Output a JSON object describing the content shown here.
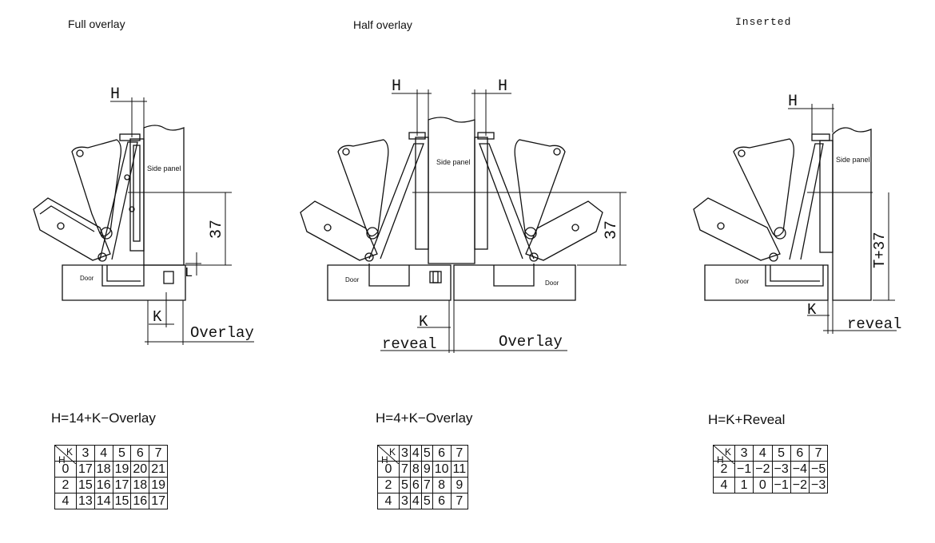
{
  "panels": [
    {
      "title": "Full overlay",
      "labels": {
        "h": "H",
        "side_panel": "Side panel",
        "door": "Door",
        "dim": "37",
        "l": "L",
        "k": "K",
        "overlay": "Overlay"
      },
      "formula": "H=14+K−Overlay",
      "table": {
        "corner_h": "H",
        "corner_k": "K",
        "k_values": [
          "3",
          "4",
          "5",
          "6",
          "7"
        ],
        "rows": [
          {
            "h": "0",
            "values": [
              "17",
              "18",
              "19",
              "20",
              "21"
            ]
          },
          {
            "h": "2",
            "values": [
              "15",
              "16",
              "17",
              "18",
              "19"
            ]
          },
          {
            "h": "4",
            "values": [
              "13",
              "14",
              "15",
              "16",
              "17"
            ]
          }
        ]
      }
    },
    {
      "title": "Half overlay",
      "labels": {
        "h_left": "H",
        "h_right": "H",
        "side_panel": "Side panel",
        "door_left": "Door",
        "door_right": "Door",
        "dim": "37",
        "k": "K",
        "reveal": "reveal",
        "overlay": "Overlay"
      },
      "formula": "H=4+K−Overlay",
      "table": {
        "corner_h": "H",
        "corner_k": "K",
        "k_values": [
          "3",
          "4",
          "5",
          "6",
          "7"
        ],
        "rows": [
          {
            "h": "0",
            "values": [
              "7",
              "8",
              "9",
              "10",
              "11"
            ]
          },
          {
            "h": "2",
            "values": [
              "5",
              "6",
              "7",
              "8",
              "9"
            ]
          },
          {
            "h": "4",
            "values": [
              "3",
              "4",
              "5",
              "6",
              "7"
            ]
          }
        ]
      }
    },
    {
      "title": "Inserted",
      "labels": {
        "h": "H",
        "side_panel": "Side panel",
        "door": "Door",
        "dim": "T+37",
        "k": "K",
        "reveal": "reveal"
      },
      "formula": "H=K+Reveal",
      "table": {
        "corner_h": "H",
        "corner_k": "K",
        "k_values": [
          "3",
          "4",
          "5",
          "6",
          "7"
        ],
        "rows": [
          {
            "h": "2",
            "values": [
              "−1",
              "−2",
              "−3",
              "−4",
              "−5"
            ]
          },
          {
            "h": "4",
            "values": [
              "1",
              "0",
              "−1",
              "−2",
              "−3"
            ]
          }
        ]
      }
    }
  ]
}
